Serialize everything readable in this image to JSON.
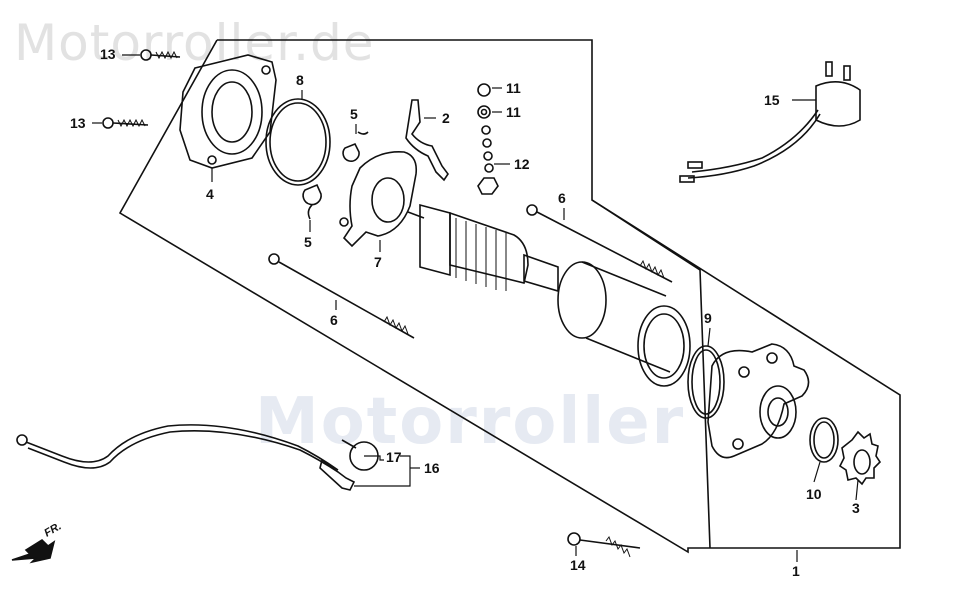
{
  "watermarks": {
    "top": "Motorroller.de",
    "middle": "Motorroller"
  },
  "direction_label": "FR.",
  "callouts": {
    "c1": "1",
    "c2": "2",
    "c3": "3",
    "c4": "4",
    "c5a": "5",
    "c5b": "5",
    "c6a": "6",
    "c6b": "6",
    "c7": "7",
    "c8": "8",
    "c9": "9",
    "c10": "10",
    "c11a": "11",
    "c11b": "11",
    "c12": "12",
    "c13a": "13",
    "c13b": "13",
    "c14": "14",
    "c15": "15",
    "c16": "16",
    "c17": "17"
  },
  "colors": {
    "line": "#111111",
    "watermark": "#dfe6f2"
  }
}
